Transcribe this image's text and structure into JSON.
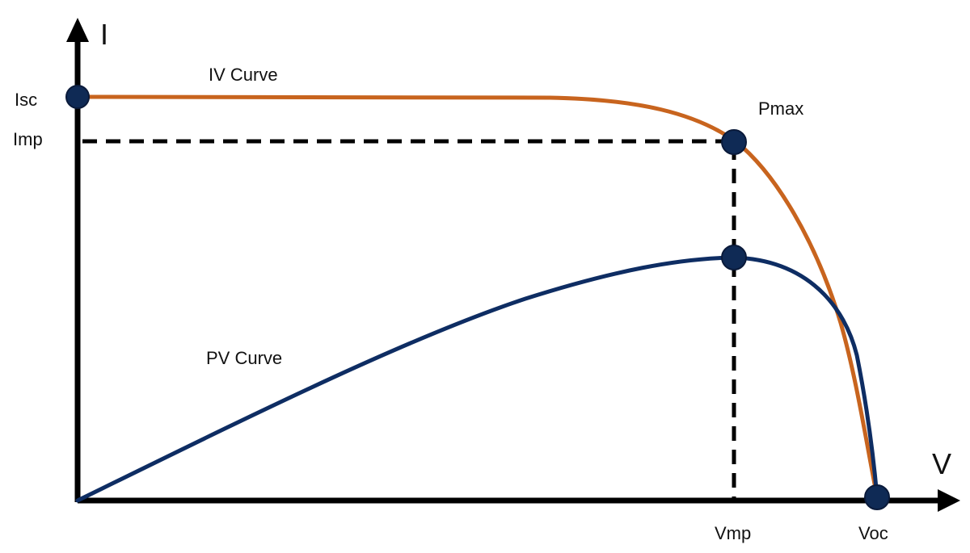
{
  "diagram": {
    "y_axis_label": "I",
    "x_axis_label": "V",
    "labels": {
      "isc": "Isc",
      "imp": "Imp",
      "vmp": "Vmp",
      "voc": "Voc",
      "pmax": "Pmax"
    },
    "curves": {
      "iv_label": "IV Curve",
      "pv_label": "PV Curve"
    },
    "colors": {
      "iv_curve": "#c8641e",
      "pv_curve": "#0e2d63",
      "marker_fill": "#0f2a55",
      "axis": "#000000"
    }
  }
}
